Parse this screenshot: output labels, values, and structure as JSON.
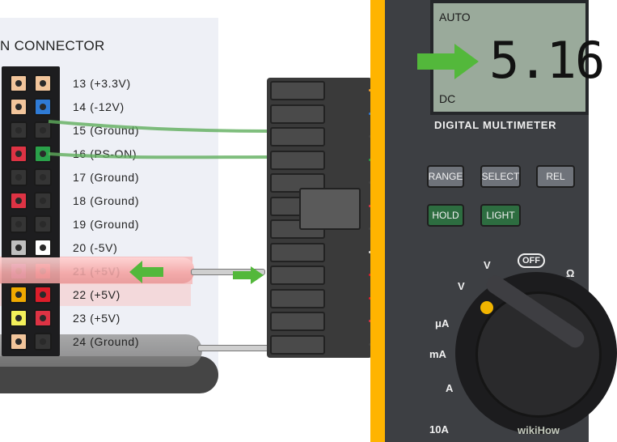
{
  "connector": {
    "title": "N CONNECTOR",
    "pins": [
      {
        "label": "13  (+3.3V)",
        "left_color": "#f2c59b",
        "right_color": "#f2c59b"
      },
      {
        "label": "14  (-12V)",
        "left_color": "#f2c59b",
        "right_color": "#2f7bd6"
      },
      {
        "label": "15  (Ground)",
        "left_color": "#353535",
        "right_color": "#353535"
      },
      {
        "label": "16  (PS-ON)",
        "left_color": "#dd3344",
        "right_color": "#2aa14a"
      },
      {
        "label": "17  (Ground)",
        "left_color": "#353535",
        "right_color": "#353535"
      },
      {
        "label": "18  (Ground)",
        "left_color": "#dd3344",
        "right_color": "#353535"
      },
      {
        "label": "19  (Ground)",
        "left_color": "#353535",
        "right_color": "#353535"
      },
      {
        "label": "20  (-5V)",
        "left_color": "#bfbfbf",
        "right_color": "#ffffff"
      },
      {
        "label": "21  (+5V)",
        "left_color": "#7a2a88",
        "right_color": "#dd1d2a"
      },
      {
        "label": "22  (+5V)",
        "left_color": "#f0a900",
        "right_color": "#dd1d2a"
      },
      {
        "label": "23  (+5V)",
        "left_color": "#f3f05a",
        "right_color": "#dd3344"
      },
      {
        "label": "24  (Ground)",
        "left_color": "#f2c59b",
        "right_color": "#353535"
      }
    ],
    "highlight_index": 8
  },
  "multimeter": {
    "mode_top": "AUTO",
    "mode_bottom": "DC",
    "reading": "5.16",
    "model": "DIGITAL MULTIMETER",
    "buttons": [
      {
        "label": "RANGE",
        "style": "gray"
      },
      {
        "label": "SELECT",
        "style": "gray"
      },
      {
        "label": "REL",
        "style": "gray"
      },
      {
        "label": "HOLD",
        "style": "green"
      },
      {
        "label": "LIGHT",
        "style": "green"
      }
    ],
    "dial": {
      "off": "OFF",
      "marks": [
        "V",
        "V",
        "μA",
        "mA",
        "A",
        "Ω"
      ],
      "current_jack": "10A"
    },
    "watermark": "wikiHow"
  },
  "colors": {
    "arrow": "#53b83b",
    "meter_yellow": "#ffb400",
    "meter_body": "#3d3f43",
    "lcd": "#9aaa9b"
  }
}
